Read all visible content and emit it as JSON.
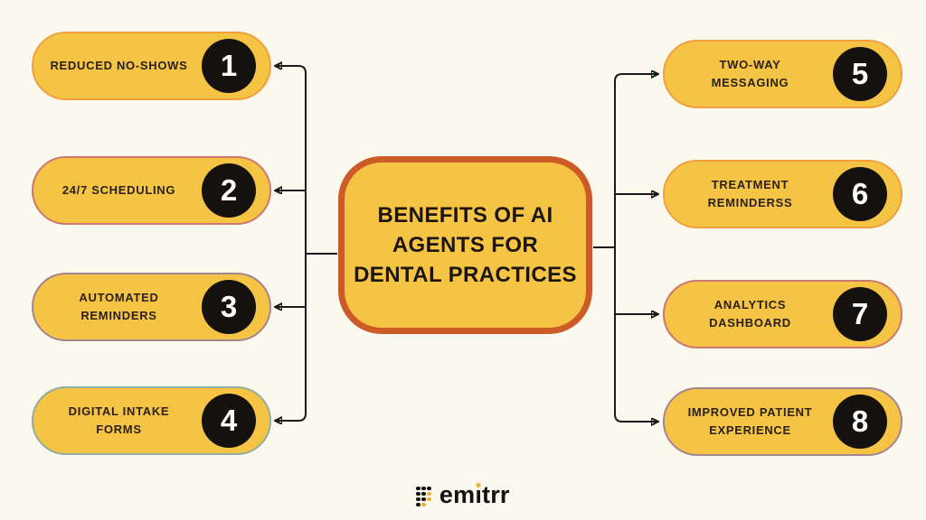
{
  "page": {
    "background": "#FBF8EE"
  },
  "center": {
    "title": "BENEFITS OF AI AGENTS FOR DENTAL PRACTICES",
    "title_lines": [
      "BENEFITS OF AI",
      "AGENTS FOR",
      "DENTAL PRACTICES"
    ],
    "fill": "#F6C445",
    "border_color": "#CC5B27"
  },
  "left_items": [
    {
      "number": "1",
      "label": "REDUCED NO-SHOWS",
      "border_color": "#F0A03F"
    },
    {
      "number": "2",
      "label": "24/7 SCHEDULING",
      "border_color": "#CE7670"
    },
    {
      "number": "3",
      "label": "AUTOMATED\nREMINDERS",
      "border_color": "#A4848E"
    },
    {
      "number": "4",
      "label": "DIGITAL INTAKE\nFORMS",
      "border_color": "#8FAE9F"
    }
  ],
  "right_items": [
    {
      "number": "5",
      "label": "TWO-WAY\nMESSAGING",
      "border_color": "#F0A03F"
    },
    {
      "number": "6",
      "label": "TREATMENT\nREMINDERSS",
      "border_color": "#F0A03F"
    },
    {
      "number": "7",
      "label": "ANALYTICS\nDASHBOARD",
      "border_color": "#CE7670"
    },
    {
      "number": "8",
      "label": "IMPROVED PATIENT\nEXPERIENCE",
      "border_color": "#A4848E"
    }
  ],
  "footer": {
    "logo_name": "emitrr",
    "logo_icon": "dots-grid-icon",
    "logo_text_pre": "em",
    "logo_text_i": "ı",
    "logo_text_post": "trr"
  },
  "colors": {
    "pill_fill": "#F6C445",
    "number_circle": "#15110E",
    "number_text": "#FFFFFF",
    "label_text": "#2A211C",
    "connector": "#1A1A1A",
    "logo_black": "#141414",
    "logo_yellow": "#E8B33A"
  }
}
